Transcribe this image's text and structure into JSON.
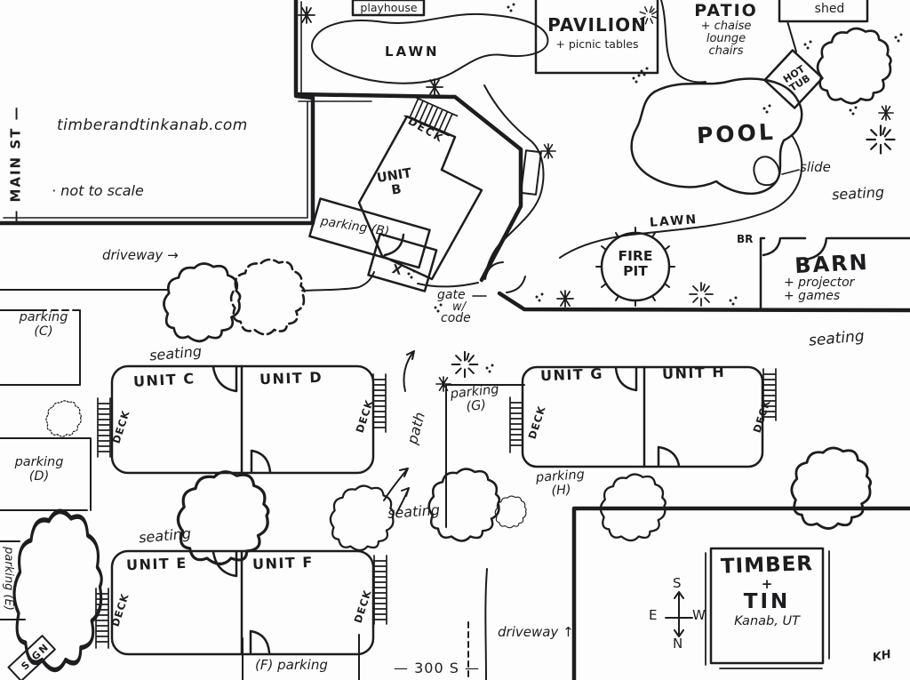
{
  "colors": {
    "ink": "#1d1d1f",
    "paper": "#fdfdfd"
  },
  "site": {
    "website": "timberandtinkanab.com",
    "scale_note": "· not to scale",
    "signature": "KH"
  },
  "streets": {
    "main": "— MAIN ST —",
    "south": "— 300 S —"
  },
  "title_block": {
    "name1": "TIMBER",
    "plus": "+",
    "name2": "TIN",
    "city": "Kanab, UT"
  },
  "compass": {
    "top": "S",
    "left": "E",
    "right": "W",
    "bottom": "N"
  },
  "areas": {
    "playhouse": "playhouse",
    "lawn": "LAWN",
    "pavilion": "PAVILION",
    "pavilion_note": "+ picnic tables",
    "patio": "PATIO",
    "patio_note_1": "+ chaise",
    "patio_note_2": "lounge",
    "patio_note_3": "chairs",
    "shed": "shed",
    "hot_tub_1": "HOT",
    "hot_tub_2": "TUB",
    "pool": "POOL",
    "slide": "slide",
    "fire_pit_1": "FIRE",
    "fire_pit_2": "PIT",
    "barn": "BARN",
    "barn_note_1": "+ projector",
    "barn_note_2": "+ games",
    "br": "BR",
    "seating": "seating",
    "deck": "DECK",
    "path": "path",
    "gate_1": "gate",
    "gate_2": "w/",
    "gate_3": "code",
    "sign": "SIGN",
    "driveway_east": "driveway →",
    "driveway_south": "driveway ↑"
  },
  "units": {
    "b_1": "UNIT",
    "b_2": "B",
    "c": "UNIT C",
    "d": "UNIT D",
    "e": "UNIT E",
    "f": "UNIT F",
    "g": "UNIT G",
    "h": "UNIT H"
  },
  "parking": {
    "b": "parking (B)",
    "c_1": "parking",
    "c_2": "(C)",
    "d_1": "parking",
    "d_2": "(D)",
    "e": "parking (E)",
    "f": "(F) parking",
    "g_1": "parking",
    "g_2": "(G)",
    "h_1": "parking",
    "h_2": "(H)"
  },
  "marks": {
    "x": "X"
  }
}
